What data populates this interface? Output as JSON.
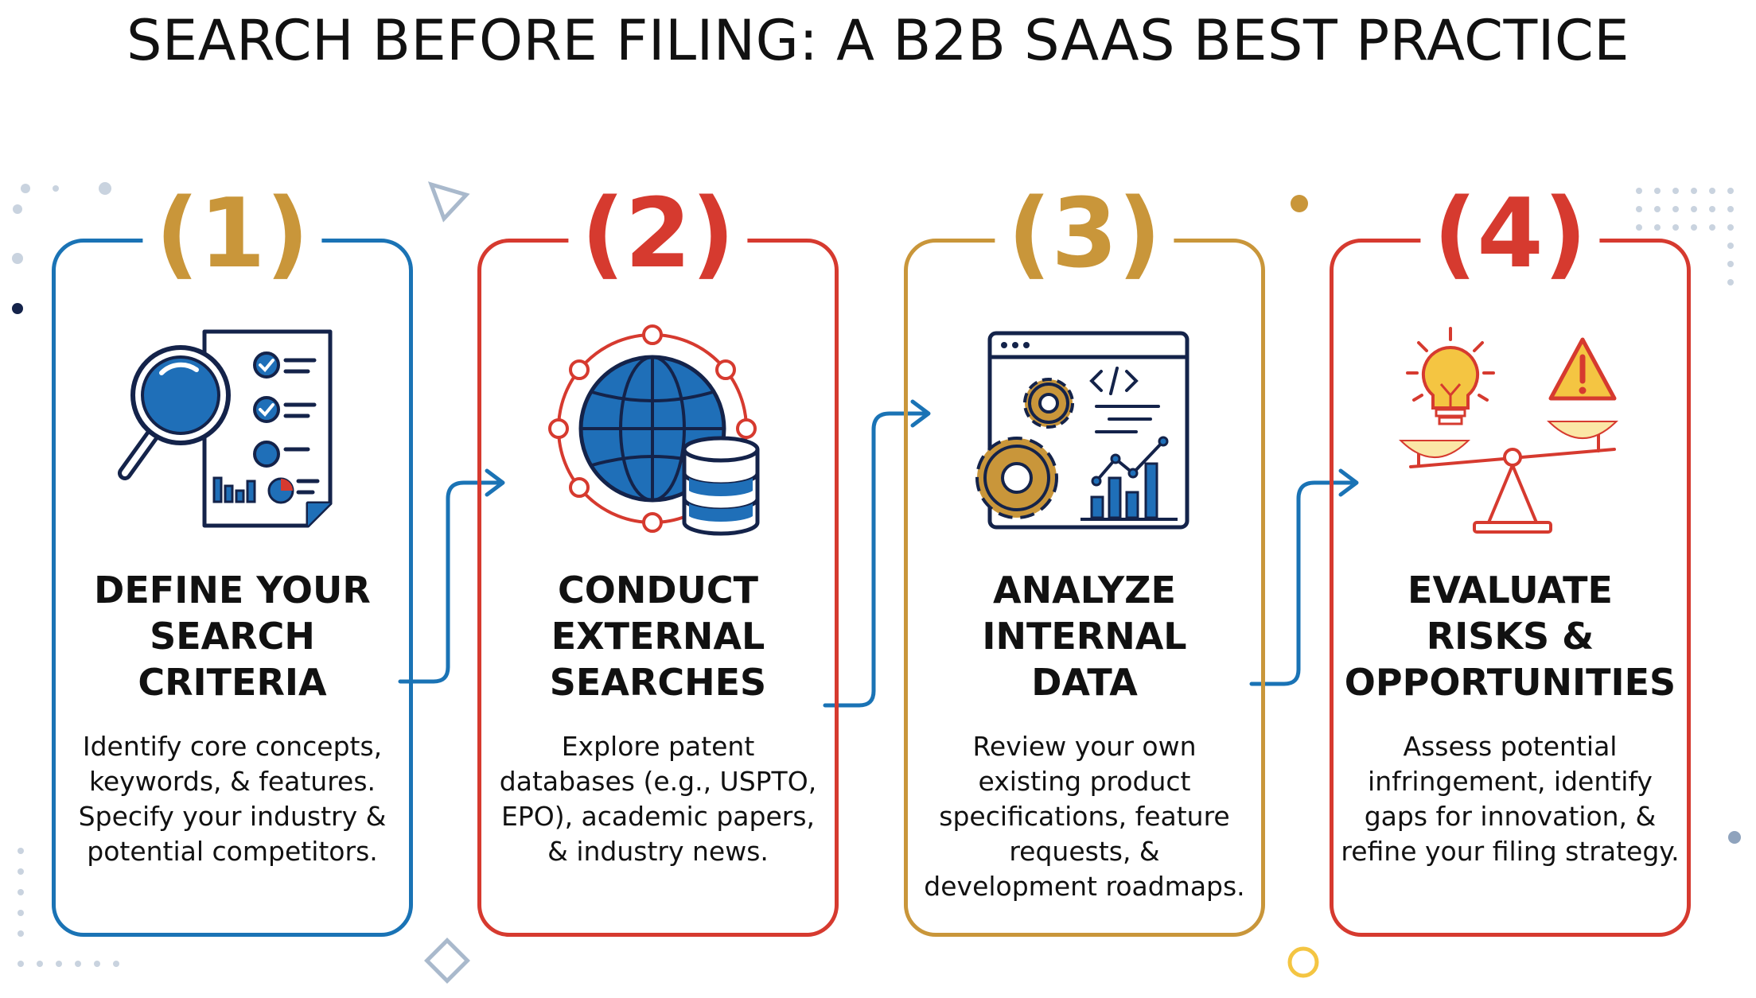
{
  "title": "SEARCH BEFORE FILING: A B2B SAAS BEST PRACTICE",
  "colors": {
    "blue": "#1a73b5",
    "red": "#d63a2f",
    "gold": "#c9963a",
    "navy": "#14234a",
    "icon_blue": "#1f6fb8",
    "yellow": "#f4c542"
  },
  "steps": [
    {
      "number": "(1)",
      "heading": [
        "DEFINE YOUR",
        "SEARCH",
        "CRITERIA"
      ],
      "description": [
        "Identify core concepts,",
        "keywords, & features.",
        "Specify your industry &",
        "potential competitors."
      ],
      "icon": "magnifier-checklist-document-icon"
    },
    {
      "number": "(2)",
      "heading": [
        "CONDUCT",
        "EXTERNAL",
        "SEARCHES"
      ],
      "description": [
        "Explore patent",
        "databases (e.g., USPTO,",
        "EPO), academic papers,",
        "& industry news."
      ],
      "icon": "globe-database-network-icon"
    },
    {
      "number": "(3)",
      "heading": [
        "ANALYZE",
        "INTERNAL",
        "DATA"
      ],
      "description": [
        "Review your own",
        "existing product",
        "specifications, feature",
        "requests, &",
        "development roadmaps."
      ],
      "icon": "browser-gears-analytics-icon"
    },
    {
      "number": "(4)",
      "heading": [
        "EVALUATE",
        "RISKS &",
        "OPPORTUNITIES"
      ],
      "description": [
        "Assess potential",
        "infringement, identify",
        "gaps for innovation, &",
        "refine your filing strategy."
      ],
      "icon": "lightbulb-warning-scale-icon"
    }
  ]
}
